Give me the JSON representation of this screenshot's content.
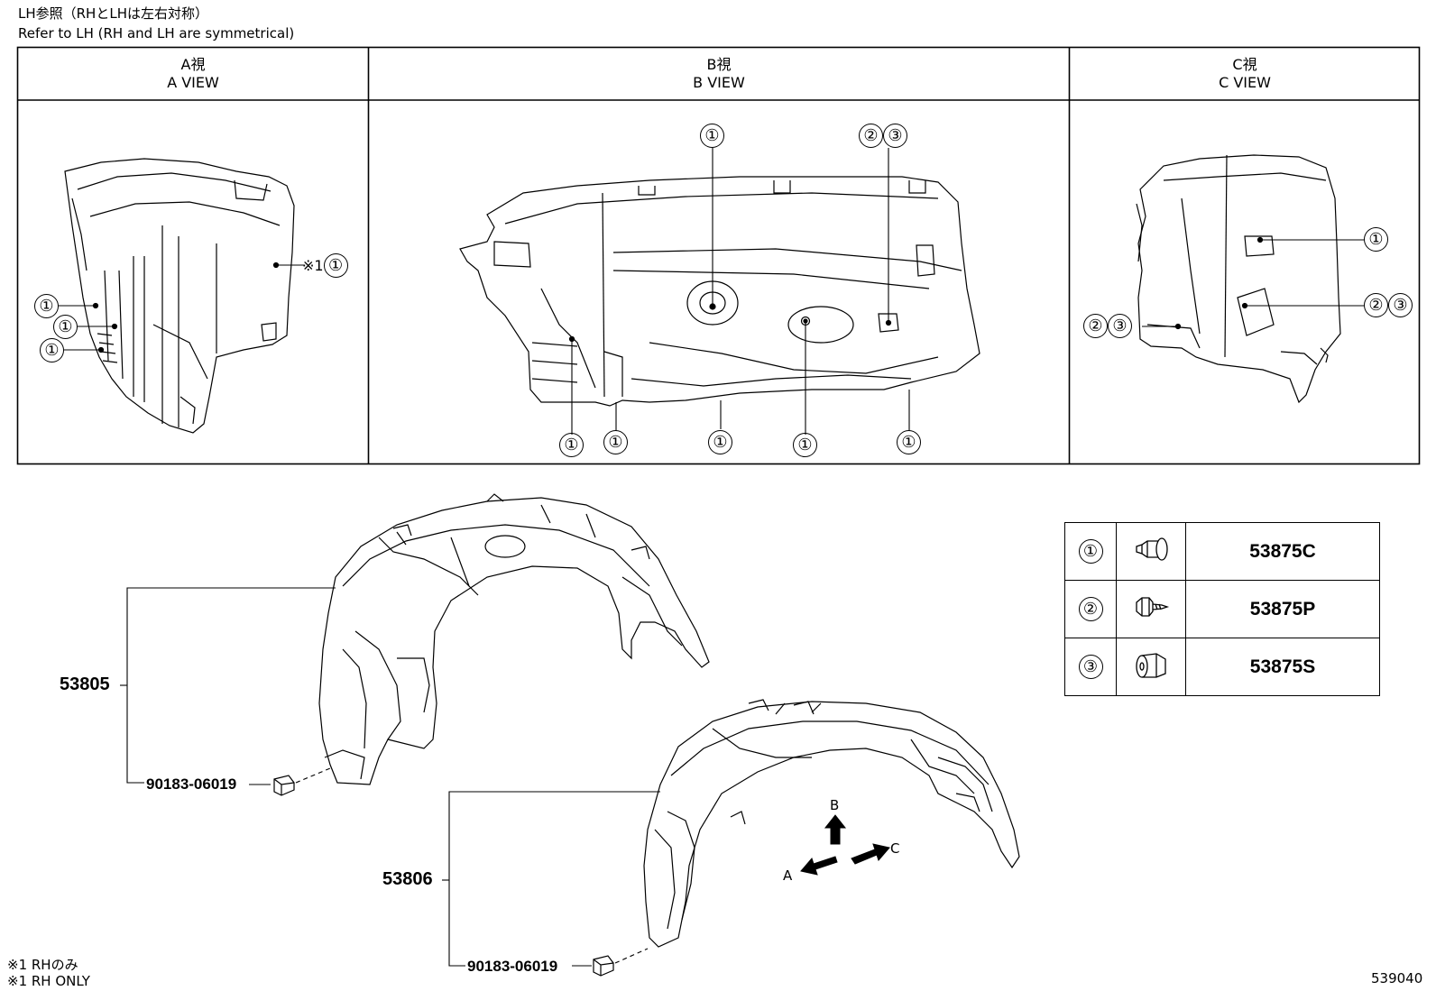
{
  "header": {
    "note_ja": "LH参照（RHとLHは左右対称）",
    "note_en": "Refer to LH (RH and LH are symmetrical)"
  },
  "views": [
    {
      "ja": "A視",
      "en": "A VIEW"
    },
    {
      "ja": "B視",
      "en": "B VIEW"
    },
    {
      "ja": "C視",
      "en": "C VIEW"
    }
  ],
  "callouts": {
    "c1": "①",
    "c2": "②",
    "c3": "③",
    "c23": "②③",
    "star1": "※1"
  },
  "parts_table": [
    {
      "key": "①",
      "icon": "clip-1-icon",
      "part": "53875C"
    },
    {
      "key": "②",
      "icon": "screw-grommet-icon",
      "part": "53875P"
    },
    {
      "key": "③",
      "icon": "clip-3-icon",
      "part": "53875S"
    }
  ],
  "parts": {
    "liner_upper": "53805",
    "liner_lower": "53806",
    "nut_upper": "90183-06019",
    "nut_lower": "90183-06019"
  },
  "direction_labels": {
    "a": "A",
    "b": "B",
    "c": "C"
  },
  "footnote": {
    "ja": "※1 RHのみ",
    "en": "※1 RH ONLY"
  },
  "diagram_id": "539040"
}
